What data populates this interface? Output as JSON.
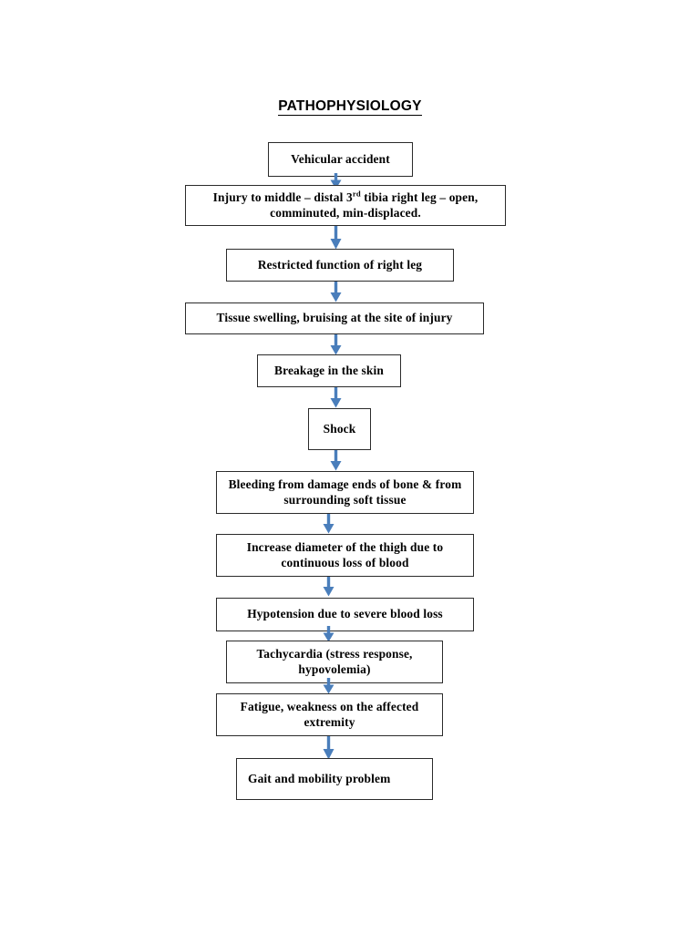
{
  "document": {
    "title": "PATHOPHYSIOLOGY"
  },
  "diagram": {
    "type": "flowchart",
    "orientation": "vertical",
    "arrow_color": "#4A7EBB",
    "box_border_color": "#2B2B2B",
    "box_fill_color": "#FFFFFF",
    "text_color": "#000000",
    "nodes": [
      {
        "id": "n1",
        "label": "Vehicular accident"
      },
      {
        "id": "n2",
        "label_pre": "Injury to middle – distal 3",
        "label_sup": "rd",
        "label_post": " tibia right leg – open, comminuted, min-displaced."
      },
      {
        "id": "n3",
        "label": "Restricted function of right leg"
      },
      {
        "id": "n4",
        "label": "Tissue swelling, bruising at the site of injury"
      },
      {
        "id": "n5",
        "label": "Breakage in the skin"
      },
      {
        "id": "n6",
        "label": "Shock"
      },
      {
        "id": "n7",
        "label": "Bleeding from damage ends of bone & from surrounding soft tissue"
      },
      {
        "id": "n8",
        "label": "Increase diameter of the thigh due to continuous loss of blood"
      },
      {
        "id": "n9",
        "label": "Hypotension due to severe blood loss"
      },
      {
        "id": "n10",
        "label": "Tachycardia (stress response, hypovolemia)"
      },
      {
        "id": "n11",
        "label": "Fatigue, weakness on the affected extremity"
      },
      {
        "id": "n12",
        "label": "Gait and mobility problem"
      }
    ],
    "edges": [
      {
        "from": "n1",
        "to": "n2"
      },
      {
        "from": "n2",
        "to": "n3"
      },
      {
        "from": "n3",
        "to": "n4"
      },
      {
        "from": "n4",
        "to": "n5"
      },
      {
        "from": "n5",
        "to": "n6"
      },
      {
        "from": "n6",
        "to": "n7"
      },
      {
        "from": "n7",
        "to": "n8"
      },
      {
        "from": "n8",
        "to": "n9"
      },
      {
        "from": "n9",
        "to": "n10"
      },
      {
        "from": "n10",
        "to": "n11"
      },
      {
        "from": "n11",
        "to": "n12"
      }
    ]
  }
}
